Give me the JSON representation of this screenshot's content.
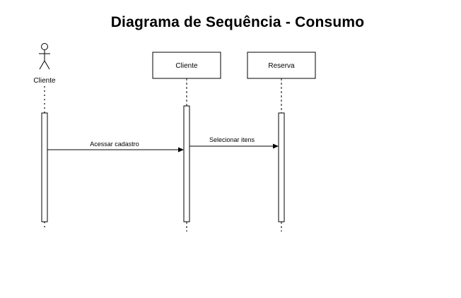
{
  "diagram": {
    "title": "Diagrama de Sequência - Consumo",
    "actor": {
      "label": "Cliente"
    },
    "lifelines": [
      {
        "label": "Cliente"
      },
      {
        "label": "Reserva"
      }
    ],
    "messages": [
      {
        "label": "Acessar cadastro",
        "from": "actor-cliente",
        "to": "cliente"
      },
      {
        "label": "Selecionar itens",
        "from": "cliente",
        "to": "reserva"
      }
    ]
  }
}
